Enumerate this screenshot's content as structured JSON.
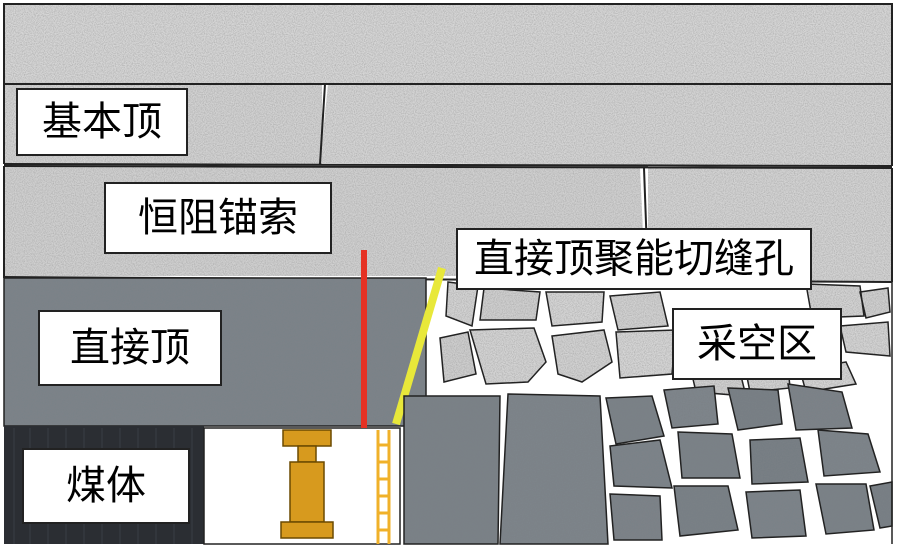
{
  "labels": {
    "basic_roof": "基本顶",
    "anchor_cable": "恒阻锚索",
    "direct_roof": "直接顶",
    "cutting_hole": "直接顶聚能切缝孔",
    "goaf": "采空区",
    "coal": "煤体"
  },
  "colors": {
    "light_rock": "#d5d5d5",
    "dark_rock": "#7a8187",
    "coal": "#2a2d31",
    "anchor_cable": "#e53224",
    "cut_line": "#e8e83a",
    "support": "#d79a1e",
    "outline": "#222222"
  }
}
